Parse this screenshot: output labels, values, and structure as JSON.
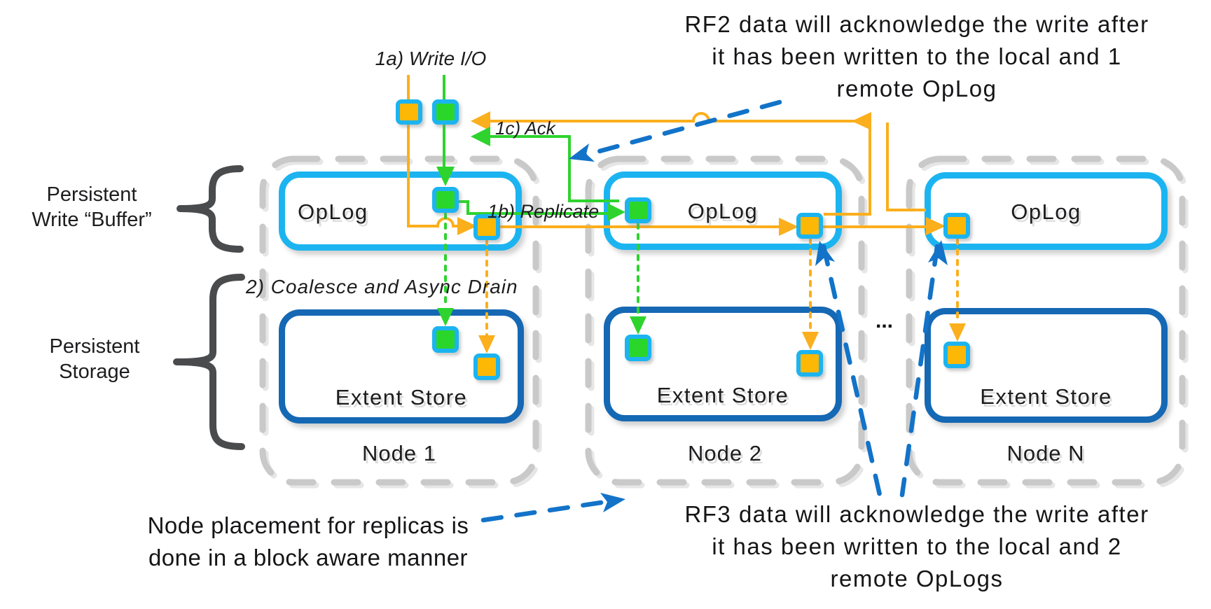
{
  "diagram": {
    "labels": {
      "write_io": "1a) Write I/O",
      "replicate": "1b) Replicate",
      "ack": "1c) Ack",
      "coalesce": "2) Coalesce and Async Drain",
      "ellipsis": "..."
    },
    "braces": {
      "write_buffer_line1": "Persistent",
      "write_buffer_line2": "Write “Buffer”",
      "storage_line1": "Persistent",
      "storage_line2": "Storage"
    },
    "nodes": [
      {
        "name": "Node 1",
        "oplog": "OpLog",
        "extent": "Extent Store"
      },
      {
        "name": "Node 2",
        "oplog": "OpLog",
        "extent": "Extent Store"
      },
      {
        "name": "Node N",
        "oplog": "OpLog",
        "extent": "Extent Store"
      }
    ],
    "annotations": {
      "rf2_line1": "RF2 data will acknowledge the write after",
      "rf2_line2": "it has been written to the local and 1",
      "rf2_line3": "remote OpLog",
      "rf3_line1": "RF3 data will acknowledge the write after",
      "rf3_line2": "it has been written to the local and 2",
      "rf3_line3": "remote OpLogs",
      "placement_line1": "Node placement for replicas is",
      "placement_line2": "done in a block aware manner"
    },
    "colors": {
      "oplog_border": "#1cb4f0",
      "extent_border": "#1568b4",
      "green_block": "#2bd62b",
      "orange_block": "#fdb705",
      "green_line": "#2ed32e",
      "orange_line": "#fbaf1c",
      "node_dash": "#c9c9c9",
      "brace": "#4a4b4d",
      "annotation_blue": "#1273c8"
    }
  }
}
